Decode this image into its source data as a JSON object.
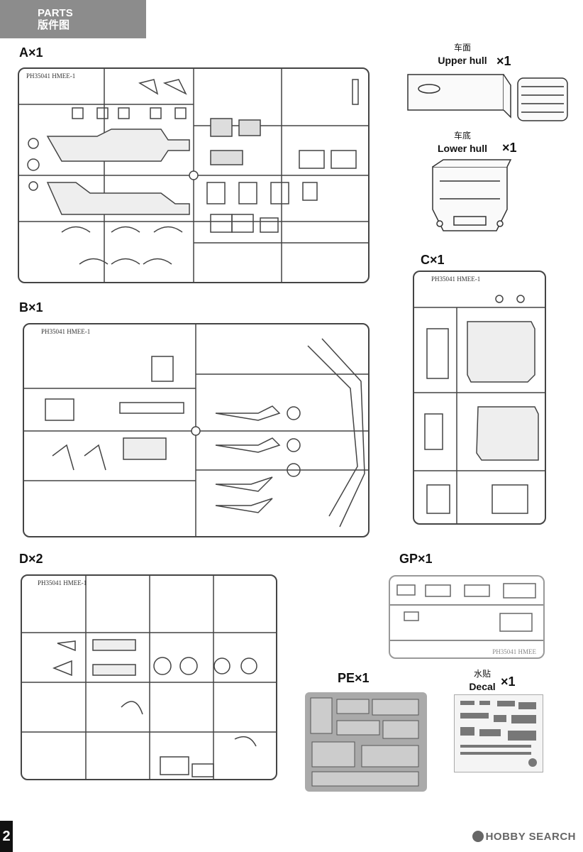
{
  "header": {
    "title_en": "PARTS",
    "title_cn": "版件图"
  },
  "sprues": {
    "A": {
      "label": "A×1",
      "code": "PH35041 HMEE-1"
    },
    "B": {
      "label": "B×1",
      "code": "PH35041 HMEE-1"
    },
    "C": {
      "label": "C×1",
      "code": "PH35041 HMEE-1"
    },
    "D": {
      "label": "D×2",
      "code": "PH35041 HMEE-1"
    },
    "GP": {
      "label": "GP×1",
      "code": "PH35041 HMEE"
    },
    "PE": {
      "label": "PE×1"
    }
  },
  "hulls": {
    "upper": {
      "cn": "车面",
      "en": "Upper hull",
      "qty": "×1"
    },
    "lower": {
      "cn": "车底",
      "en": "Lower hull",
      "qty": "×1"
    }
  },
  "decal": {
    "cn": "水贴",
    "en": "Decal",
    "qty": "×1"
  },
  "page_number": "2",
  "watermark": "HOBBY SEARCH"
}
